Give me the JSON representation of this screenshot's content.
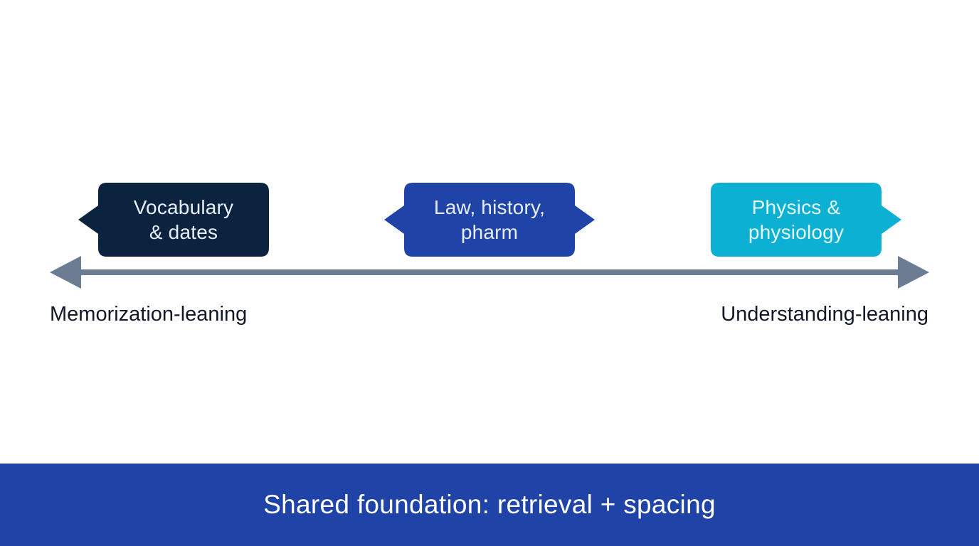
{
  "spectrum": {
    "left_label": "Memorization-leaning",
    "right_label": "Understanding-leaning",
    "axis_color": "#6B7C93"
  },
  "nodes": [
    {
      "id": "vocab",
      "label": "Vocabulary\n& dates",
      "fill": "#0C2340",
      "text_color": "#E8EEF7",
      "pointer": "left"
    },
    {
      "id": "law",
      "label": "Law, history,\npharm",
      "fill": "#2043A8",
      "text_color": "#E8EEF7",
      "pointer": "both"
    },
    {
      "id": "physics",
      "label": "Physics &\nphysiology",
      "fill": "#0CB0D3",
      "text_color": "#E3F7FC",
      "pointer": "right"
    }
  ],
  "footer": {
    "text": "Shared foundation: retrieval + spacing",
    "background": "#1F43A6"
  }
}
